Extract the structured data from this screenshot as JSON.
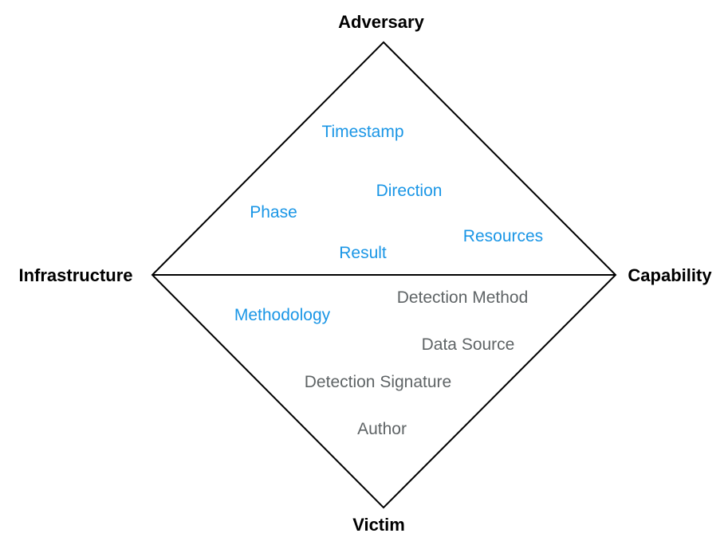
{
  "colors": {
    "outline": "#000000",
    "corner_text": "#000000",
    "core_feature": "#1a96e6",
    "meta_feature": "#5f6466"
  },
  "vertices": {
    "adversary": "Adversary",
    "infrastructure": "Infrastructure",
    "capability": "Capability",
    "victim": "Victim"
  },
  "upper_features": {
    "timestamp": "Timestamp",
    "direction": "Direction",
    "phase": "Phase",
    "resources": "Resources",
    "result": "Result"
  },
  "lower_features": {
    "methodology": "Methodology",
    "detection_method": "Detection Method",
    "data_source": "Data Source",
    "detection_signature": "Detection Signature",
    "author": "Author"
  }
}
